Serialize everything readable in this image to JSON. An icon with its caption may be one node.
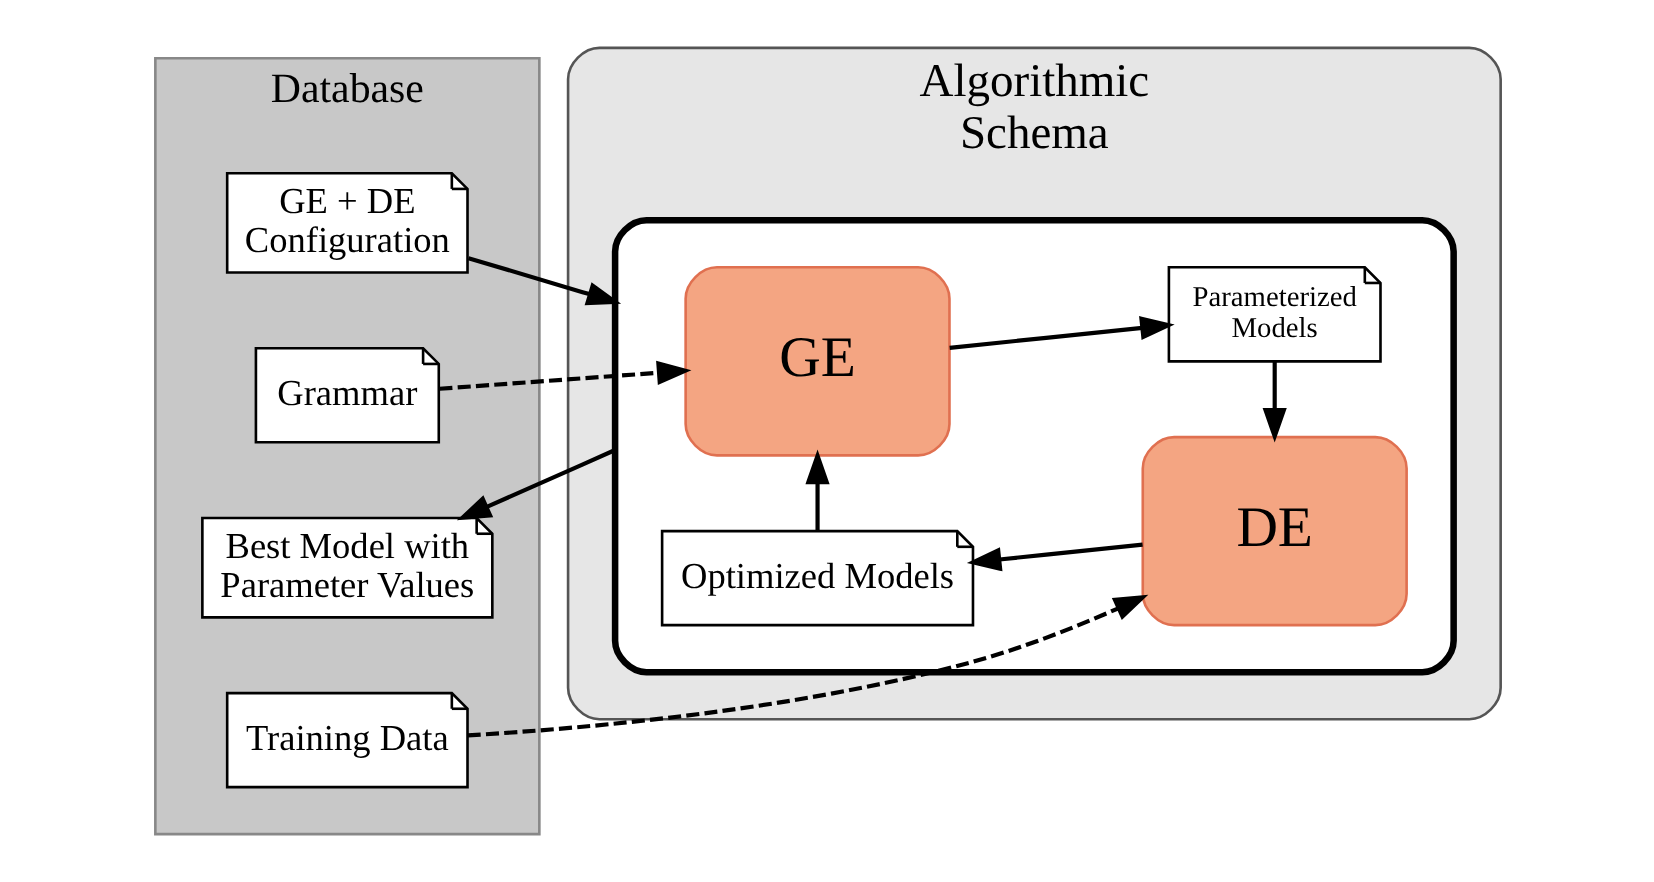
{
  "diagram": {
    "nodes": [
      {
        "text": [
          "Database"
        ]
      },
      {
        "text": [
          "GE + DE Configuration"
        ],
        "in": 0
      },
      {
        "text": [
          "Grammar"
        ],
        "in": 0
      },
      {
        "text": [
          "Best Model with Parameter Values"
        ],
        "in": 0
      },
      {
        "text": [
          "Training Data"
        ],
        "in": 0
      },
      {
        "text": [
          "Algorithmic Schema"
        ]
      },
      {
        "text": [],
        "shape": "box",
        "in": 5
      },
      {
        "text": [
          "GE"
        ],
        "in": 6
      },
      {
        "text": [
          "Parameterized Models"
        ],
        "in": 6
      },
      {
        "text": [
          "DE"
        ],
        "in": 6
      },
      {
        "text": [
          "Optimized Models"
        ],
        "in": 6
      }
    ],
    "edges": [
      {
        "from": 1,
        "to": 6,
        "arrow": "to"
      },
      {
        "from": 2,
        "to": 7,
        "arrow": "to",
        "style": "dashed"
      },
      {
        "from": 6,
        "to": 3,
        "arrow": "to"
      },
      {
        "from": 4,
        "to": 9,
        "arrow": "to",
        "style": "dashed"
      },
      {
        "from": 7,
        "to": 8,
        "arrow": "to"
      },
      {
        "from": 8,
        "to": 9,
        "arrow": "to"
      },
      {
        "from": 9,
        "to": 10,
        "arrow": "to"
      },
      {
        "from": 10,
        "to": 7,
        "arrow": "to"
      }
    ]
  }
}
